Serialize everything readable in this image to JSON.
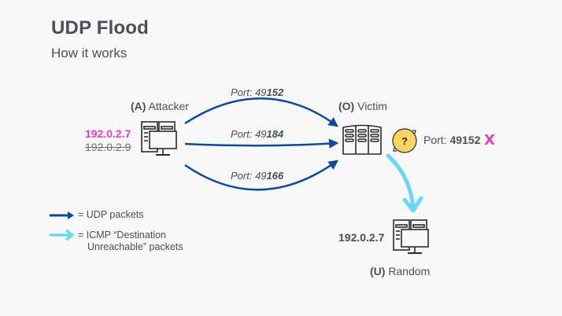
{
  "title": "UDP Flood",
  "subtitle": "How it works",
  "attacker": {
    "tag": "(A)",
    "name": "Attacker",
    "ip_current": "192.0.2.7",
    "ip_previous": "192.0.2.9",
    "icon": "server-workstation-icon"
  },
  "victim": {
    "tag": "(O)",
    "name": "Victim",
    "icon": "server-rack-icon",
    "status_icon": "question-cycle-icon",
    "port_label": "Port:",
    "port_value": "49152",
    "fail_mark": "X"
  },
  "random_host": {
    "tag": "(U)",
    "name": "Random",
    "ip": "192.0.2.7",
    "icon": "server-workstation-icon"
  },
  "packets": [
    {
      "label": "Port: 49",
      "bold": "152"
    },
    {
      "label": "Port: 49",
      "bold": "184"
    },
    {
      "label": "Port: 49",
      "bold": "166"
    }
  ],
  "legend": {
    "udp": "= UDP packets",
    "icmp_line1": "= ICMP “Destination",
    "icmp_line2": "Unreachable” packets"
  },
  "colors": {
    "udp_arrow": "#0d4a9b",
    "icmp_arrow": "#6ad8f2",
    "spoofed_ip": "#e83eb8",
    "status_fill": "#fcd462",
    "fail_mark": "#e83eb8",
    "text": "#4a4f55"
  }
}
